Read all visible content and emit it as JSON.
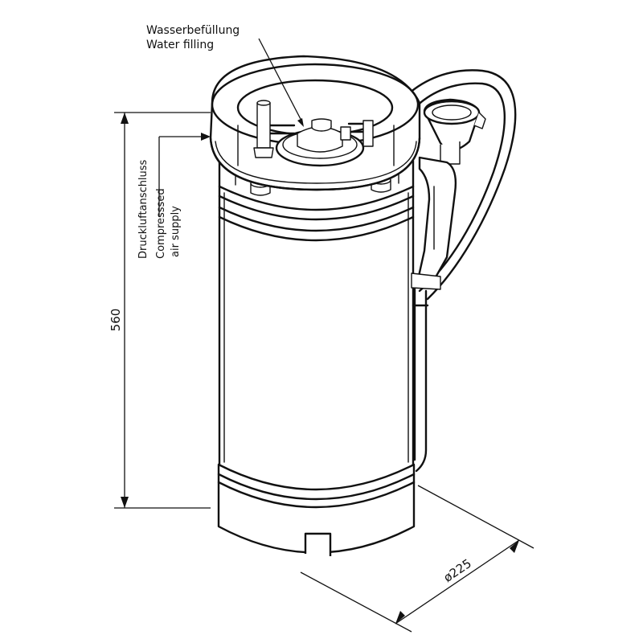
{
  "labels": {
    "water_filling_de": "Wasserbefüllung",
    "water_filling_en": "Water filling",
    "air_supply_de": "Druckluftanschluss",
    "air_supply_en_1": "Compresssed",
    "air_supply_en_2": "air supply"
  },
  "dimensions": {
    "height": "560",
    "diameter": "ø225"
  }
}
